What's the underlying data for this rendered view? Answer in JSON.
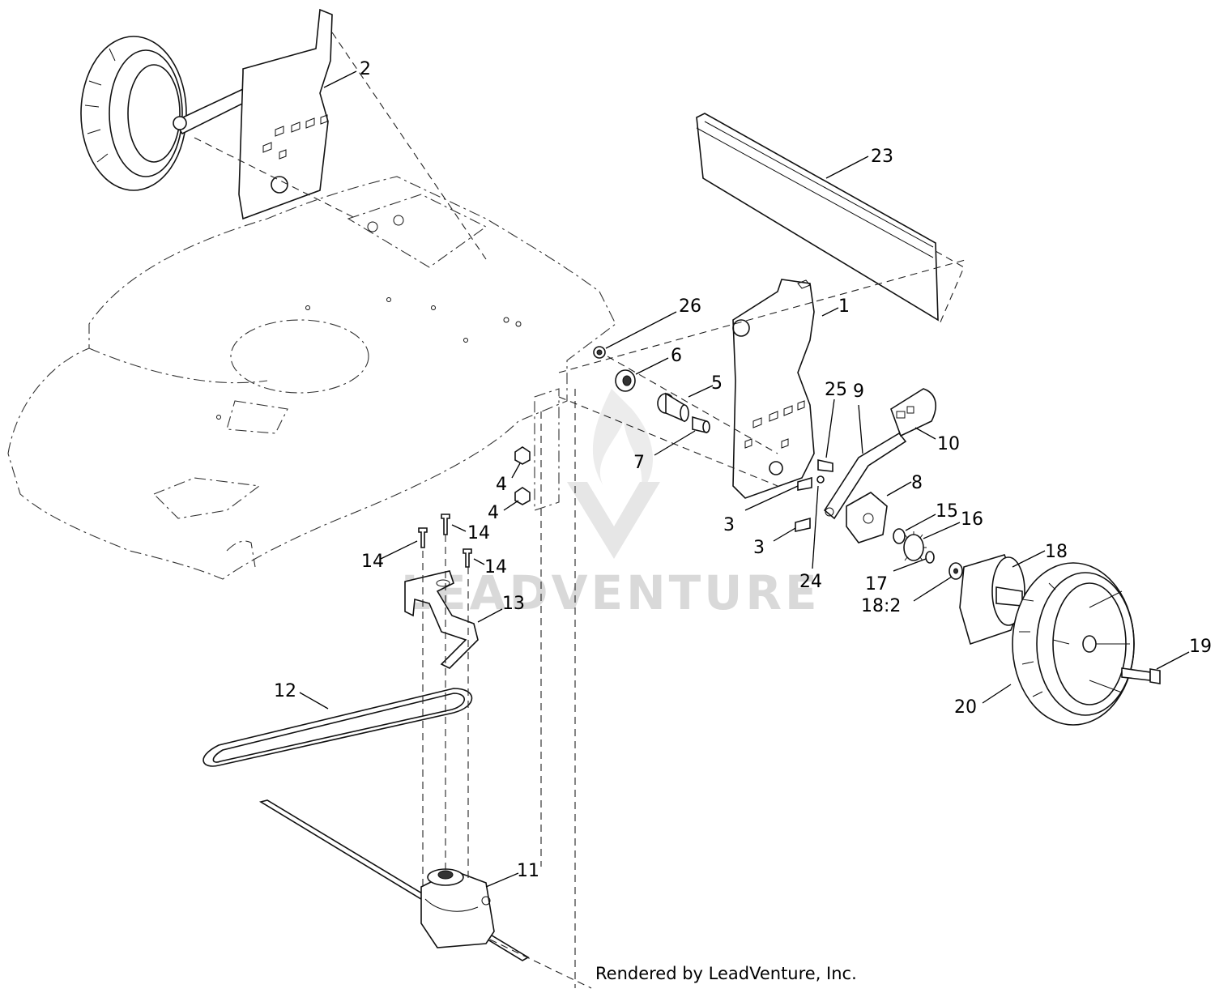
{
  "watermark": {
    "text": "LEADVENTURE"
  },
  "credit": "Rendered by LeadVenture, Inc.",
  "callouts": {
    "c1": "1",
    "c2": "2",
    "c3a": "3",
    "c3b": "3",
    "c4a": "4",
    "c4b": "4",
    "c5": "5",
    "c6": "6",
    "c7": "7",
    "c8": "8",
    "c9": "9",
    "c10": "10",
    "c11": "11",
    "c12": "12",
    "c13": "13",
    "c14a": "14",
    "c14b": "14",
    "c14c": "14",
    "c15": "15",
    "c16": "16",
    "c17": "17",
    "c18": "18",
    "c18_2": "18:2",
    "c19": "19",
    "c20": "20",
    "c23": "23",
    "c24": "24",
    "c25": "25",
    "c26": "26"
  }
}
